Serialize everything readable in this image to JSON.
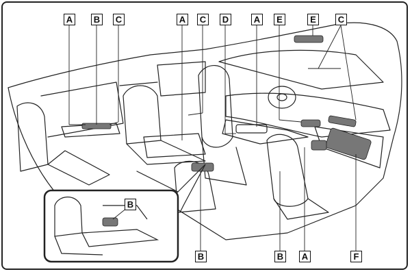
{
  "figure": {
    "callouts": {
      "top_1": "A",
      "top_2": "B",
      "top_3": "C",
      "top_4": "A",
      "top_5": "C",
      "top_6": "D",
      "top_7": "A",
      "top_8": "E",
      "top_9": "E",
      "top_10": "C",
      "inset": "B",
      "bottom_1": "B",
      "bottom_2": "B",
      "bottom_3": "A",
      "bottom_4": "F"
    },
    "colors": {
      "line": "#222222",
      "shade": "#777777",
      "background": "#ffffff"
    }
  }
}
